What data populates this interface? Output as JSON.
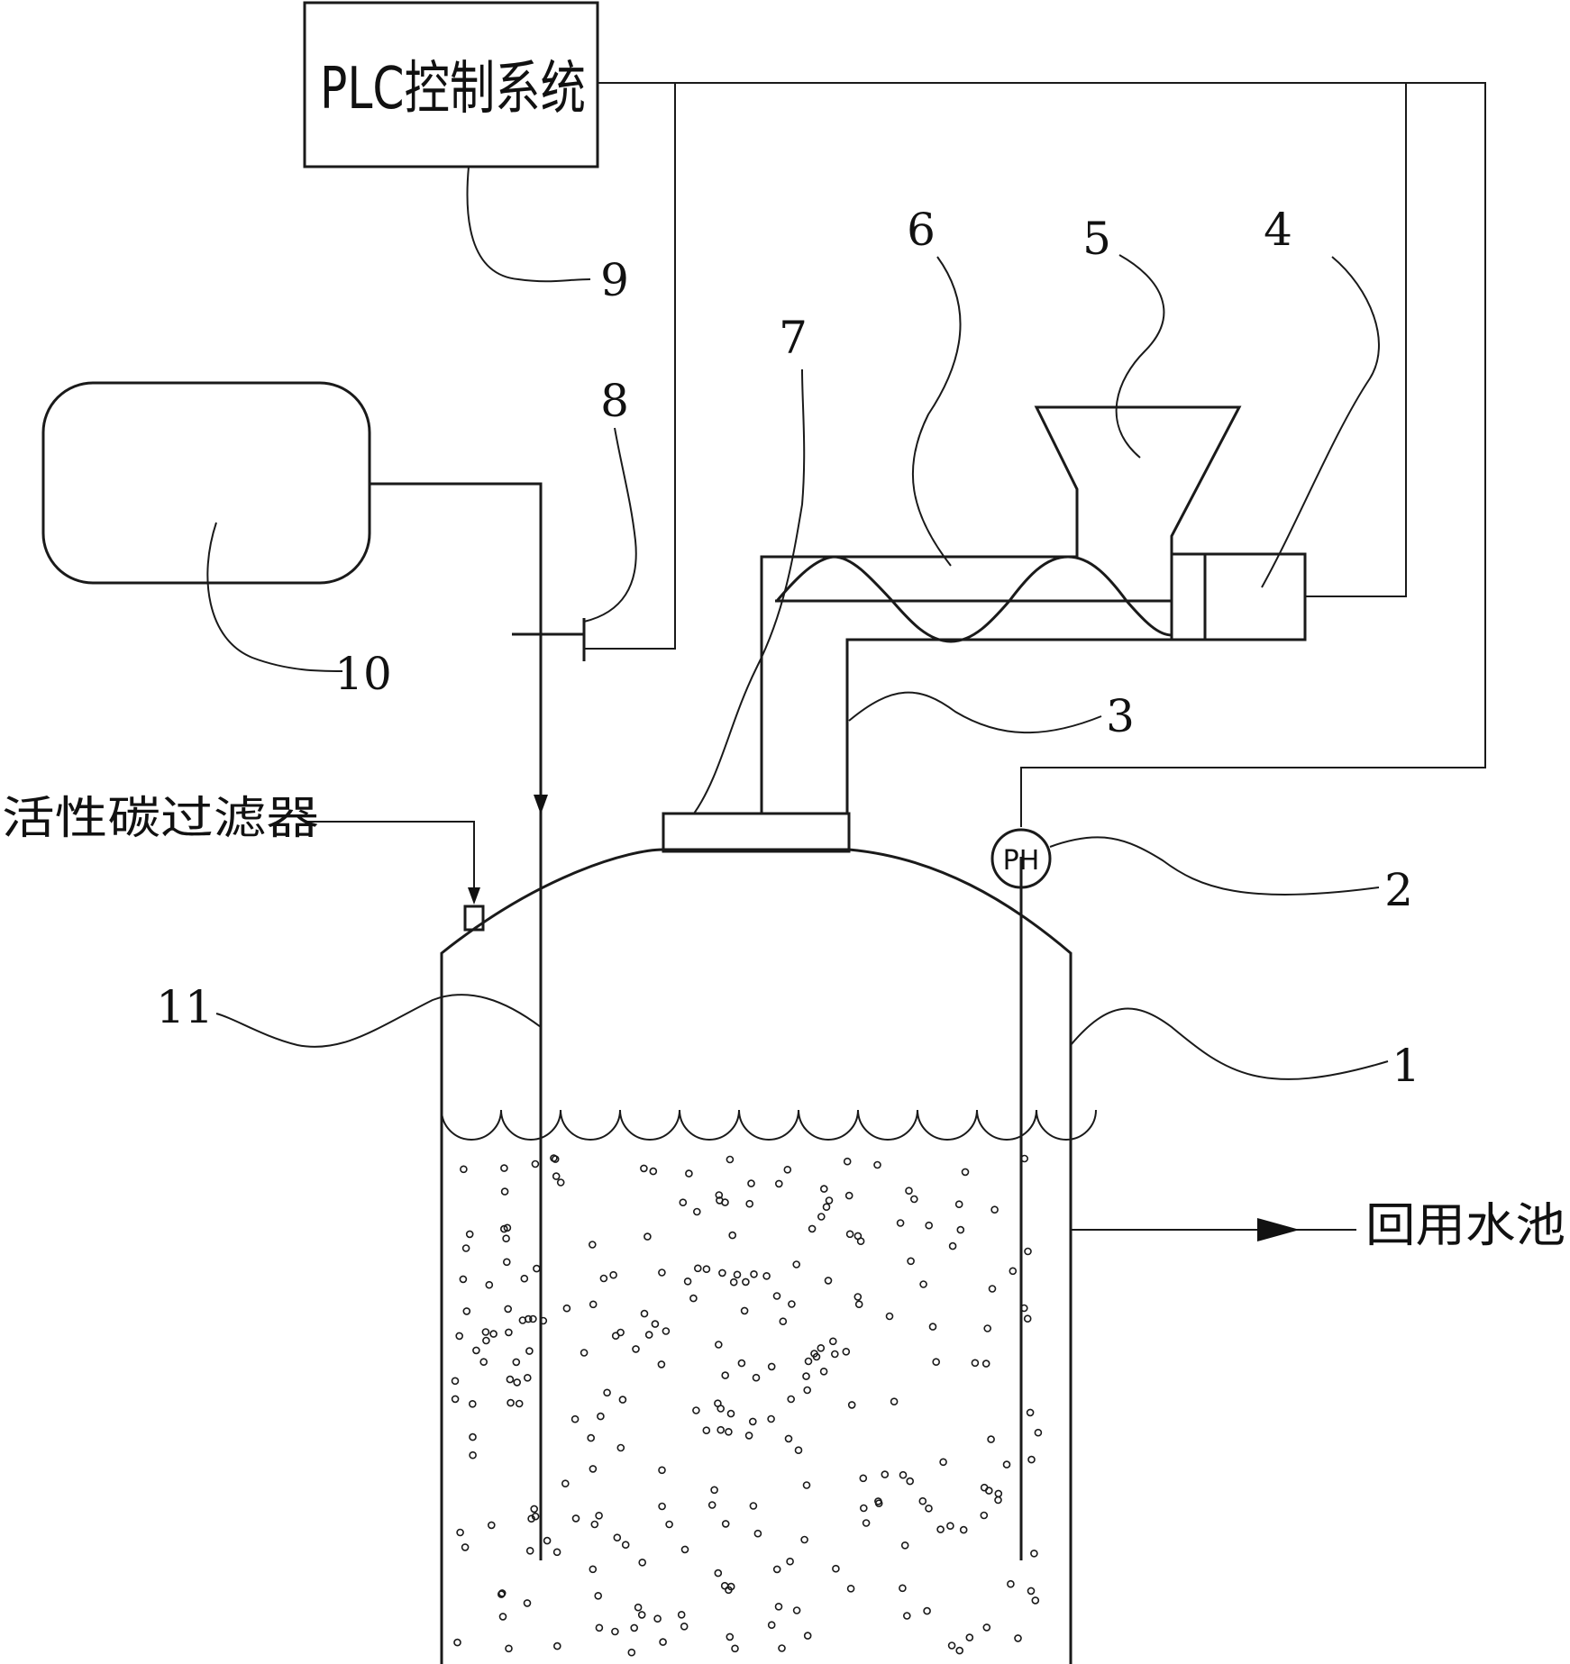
{
  "plc_label": "PLC控制系统",
  "filter_label": "活性碳过滤器",
  "outlet_label": "回用水池",
  "ph_label": "PH",
  "callouts": [
    "1",
    "2",
    "3",
    "4",
    "5",
    "6",
    "7",
    "8",
    "9",
    "10",
    "11"
  ]
}
